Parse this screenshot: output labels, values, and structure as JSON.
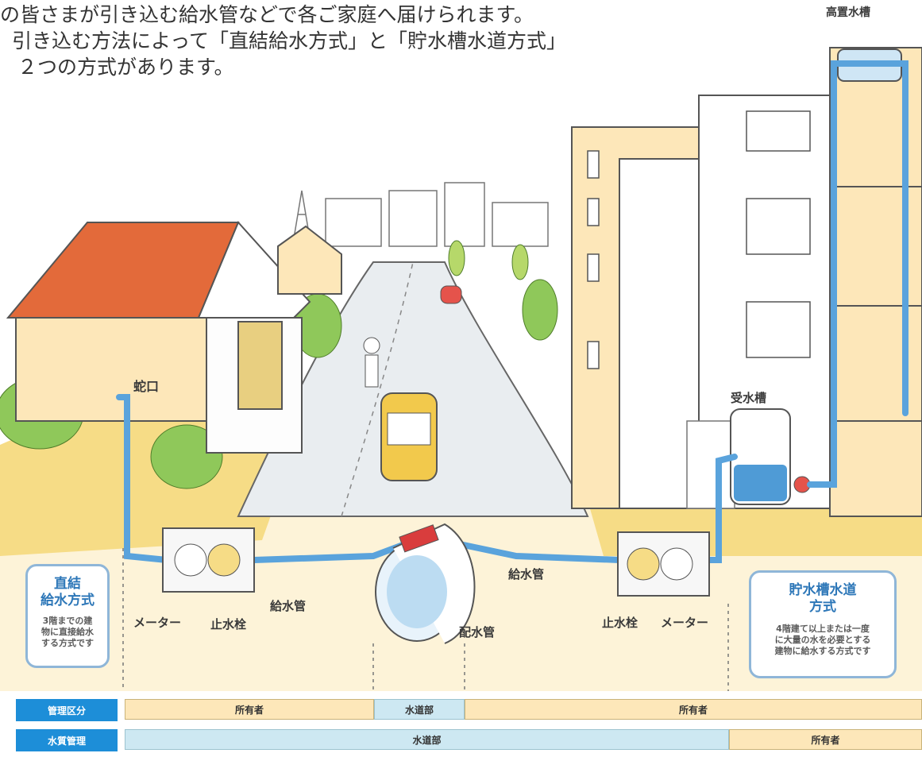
{
  "intro": {
    "line1": "の皆さまが引き込む給水管などで各ご家庭へ届けられます。",
    "line2": "引き込む方法によって「直結給水方式」と「貯水槽水道方式」",
    "line3": "２つの方式があります。"
  },
  "labels": {
    "elevated_tank": "高置水槽",
    "faucet": "蛇口",
    "receiving_tank": "受水槽",
    "supply_pipe_left": "給水管",
    "supply_pipe_right": "給水管",
    "distribution_pipe": "配水管",
    "meter_left": "メーター",
    "stop_valve_left": "止水栓",
    "stop_valve_right": "止水栓",
    "meter_right": "メーター"
  },
  "boxes": {
    "direct": {
      "title_line1": "直結",
      "title_line2": "給水方式",
      "desc_line1": "3階までの建",
      "desc_line2": "物に直接給水",
      "desc_line3": "する方式です"
    },
    "storage": {
      "title_line1": "貯水槽水道",
      "title_line2": "方式",
      "desc_line1": "4階建て以上または一度",
      "desc_line2": "に大量の水を必要とする",
      "desc_line3": "建物に給水する方式です"
    }
  },
  "table": {
    "rows": [
      {
        "header": "管理区分",
        "cells": [
          "所有者",
          "水道部",
          "所有者"
        ]
      },
      {
        "header": "水質管理",
        "cells": [
          "水道部",
          "所有者"
        ]
      }
    ]
  },
  "colors": {
    "header_blue": "#1d8ed8",
    "cell_peach": "#fde7b9",
    "cell_blue": "#cde8f2",
    "pipe_blue": "#5aa3dc",
    "label_blue": "#2d77b8"
  }
}
